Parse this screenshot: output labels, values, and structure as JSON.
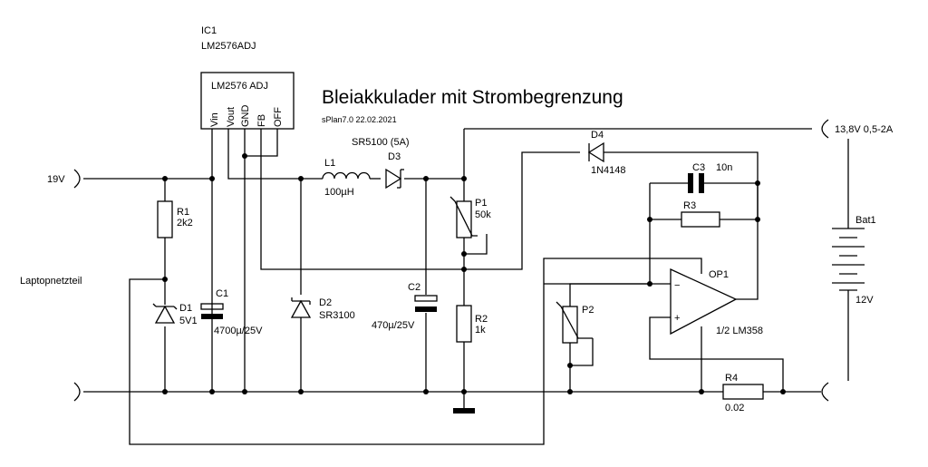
{
  "title": "Bleiakkulader mit Strombegrenzung",
  "subtitle": "sPlan7.0 22.02.2021",
  "ic": {
    "ref": "IC1",
    "type": "LM2576ADJ",
    "body_label": "LM2576 ADJ",
    "pins": [
      "Vin",
      "Vout",
      "GND",
      "FB",
      "OFF"
    ]
  },
  "terminals": {
    "in_pos": "19V",
    "out_pos": "13,8V 0,5-2A",
    "source_note": "Laptopnetzteil"
  },
  "components": {
    "r1": {
      "ref": "R1",
      "value": "2k2"
    },
    "d1": {
      "ref": "D1",
      "value": "5V1"
    },
    "c1": {
      "ref": "C1",
      "value": "4700µ/25V"
    },
    "d2": {
      "ref": "D2",
      "value": "SR3100"
    },
    "l1": {
      "ref": "L1",
      "value": "100µH"
    },
    "d3": {
      "ref": "D3",
      "value": "SR5100 (5A)"
    },
    "c2": {
      "ref": "C2",
      "value": "470µ/25V"
    },
    "p1": {
      "ref": "P1",
      "value": "50k"
    },
    "r2": {
      "ref": "R2",
      "value": "1k"
    },
    "d4": {
      "ref": "D4",
      "value": "1N4148"
    },
    "c3": {
      "ref": "C3",
      "value": "10n"
    },
    "r3": {
      "ref": "R3"
    },
    "op1": {
      "ref": "OP1",
      "value": "1/2 LM358",
      "minus": "−",
      "plus": "+"
    },
    "p2": {
      "ref": "P2"
    },
    "r4": {
      "ref": "R4",
      "value": "0.02"
    },
    "bat1": {
      "ref": "Bat1",
      "value": "12V"
    }
  }
}
